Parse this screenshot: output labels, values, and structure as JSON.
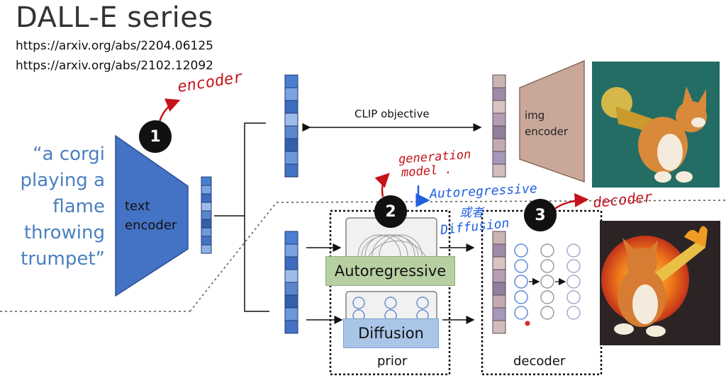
{
  "title": "DALL-E series",
  "links": [
    "https://arxiv.org/abs/2204.06125",
    "https://arxiv.org/abs/2102.12092"
  ],
  "prompt": "“a corgi\nplaying a\nflame\nthrowing\ntrumpet”",
  "labels": {
    "text_encoder": "text\nencoder",
    "img_encoder": "img\nencoder",
    "clip_objective": "CLIP objective",
    "autoregressive": "Autoregressive",
    "diffusion": "Diffusion",
    "prior": "prior",
    "decoder": "decoder"
  },
  "steps": [
    "1",
    "2",
    "3"
  ],
  "annotations": {
    "encoder": "encoder",
    "generation": "generation",
    "model": "model .",
    "autoregressive": "Autoregressive",
    "or": "或者",
    "diffusion": "Diffusion",
    "decoder": "decoder"
  },
  "colors": {
    "text_encoder": "#4472c4",
    "img_encoder": "#c9a89a",
    "autoregressive_box": "#b7d0a3",
    "diffusion_box": "#a9c5e8",
    "prompt_text": "#4a7fc0",
    "annotation_red": "#c4131a",
    "annotation_blue": "#1f5fe0"
  }
}
